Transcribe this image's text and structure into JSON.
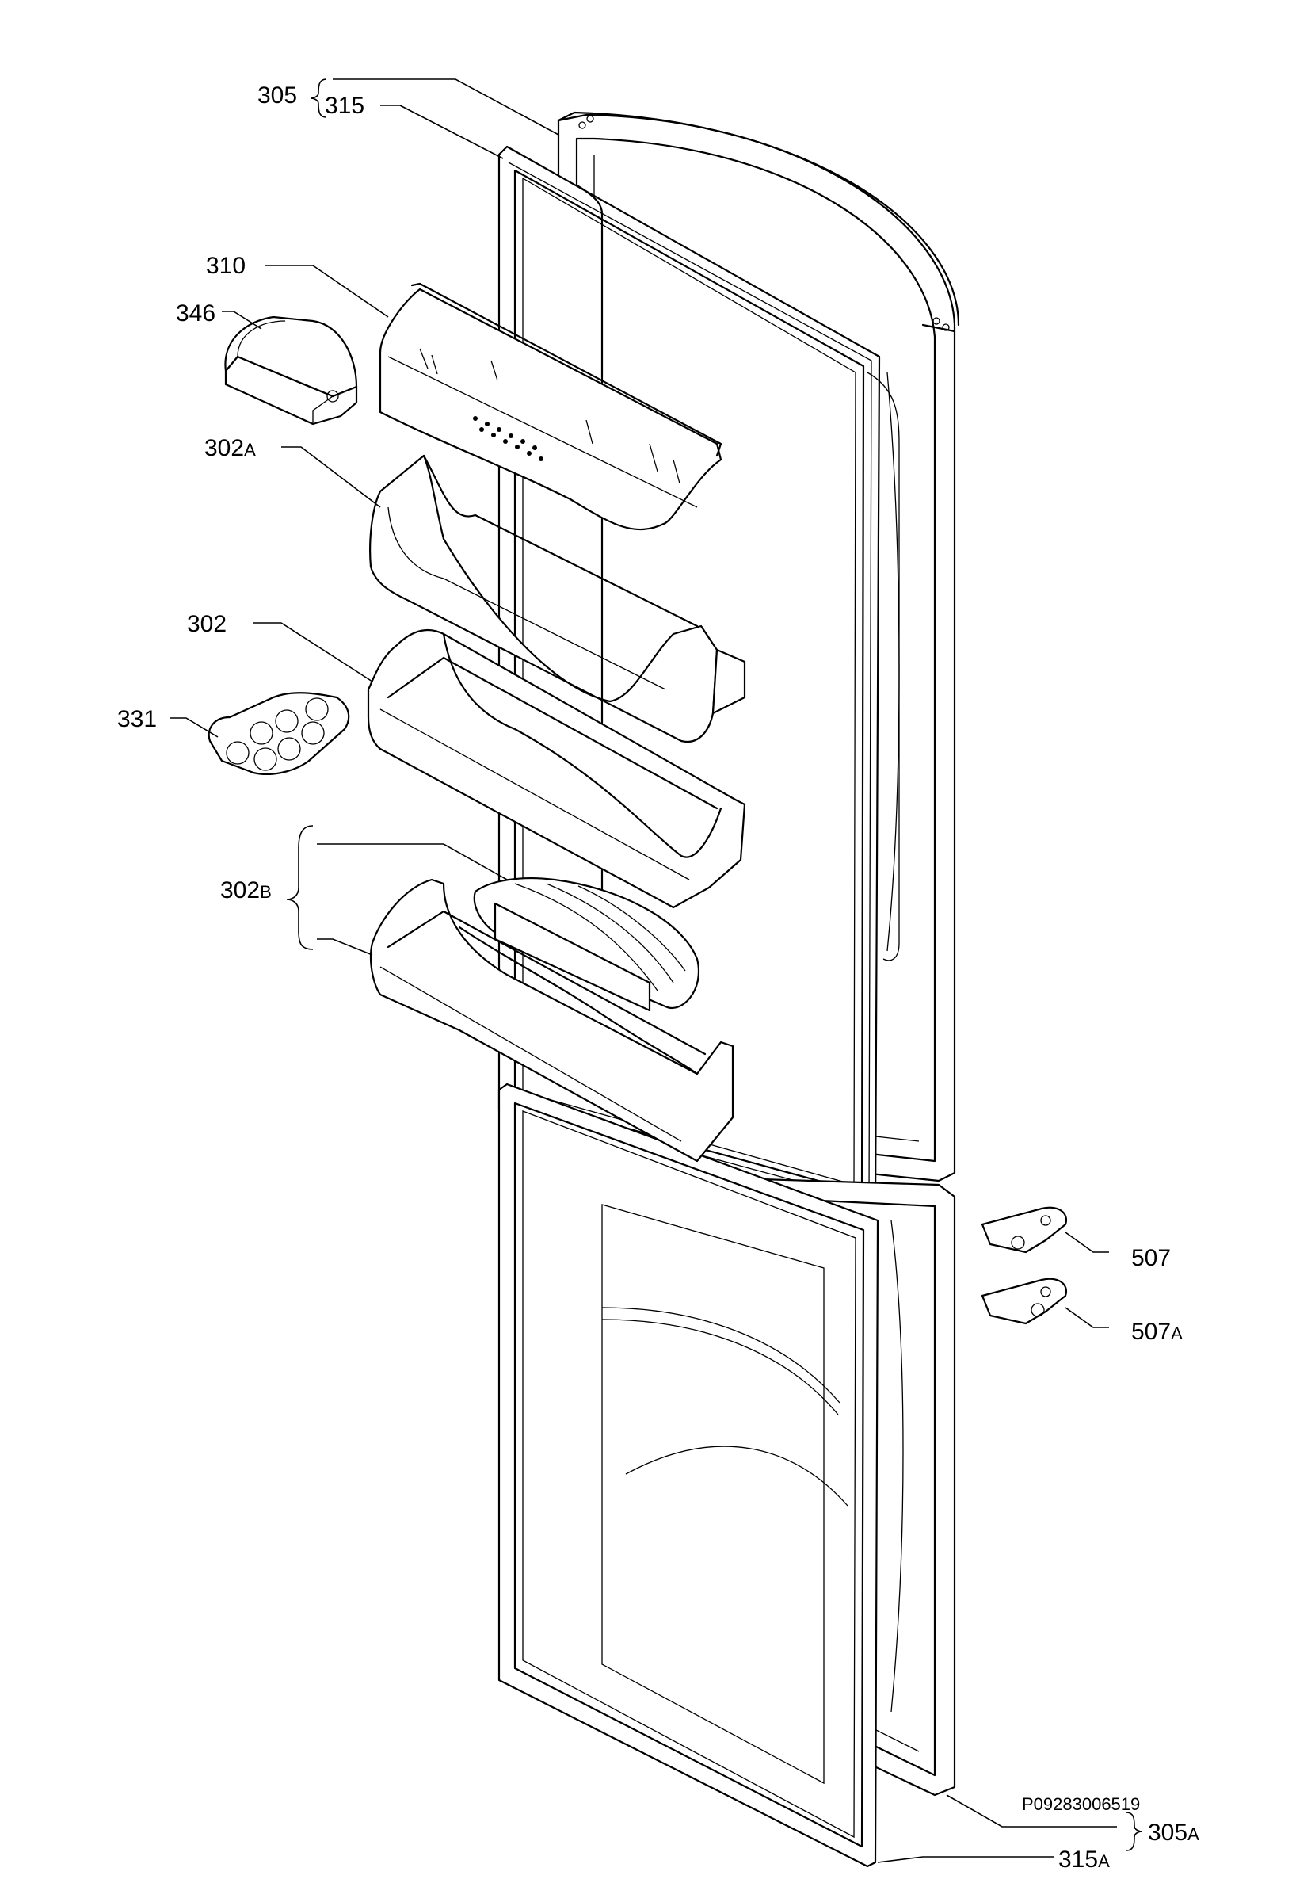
{
  "labels": {
    "l305": {
      "main": "305"
    },
    "l315": {
      "main": "315"
    },
    "l310": {
      "main": "310"
    },
    "l346": {
      "main": "346"
    },
    "l302A": {
      "main": "302",
      "suffix": "A"
    },
    "l302": {
      "main": "302"
    },
    "l331": {
      "main": "331"
    },
    "l302B": {
      "main": "302",
      "suffix": "B"
    },
    "l507": {
      "main": "507"
    },
    "l507A": {
      "main": "507",
      "suffix": "A"
    },
    "l315A": {
      "main": "315",
      "suffix": "A"
    },
    "l305A": {
      "main": "305",
      "suffix": "A"
    }
  },
  "drawing_code": "P09283006519"
}
